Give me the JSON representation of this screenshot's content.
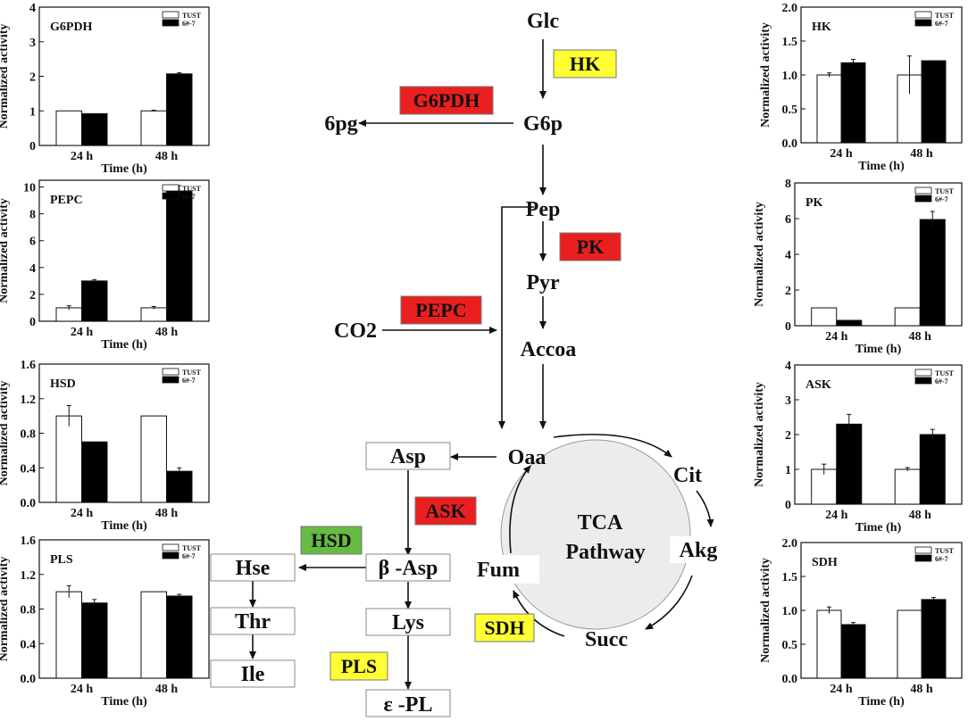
{
  "colors": {
    "red": "#ea1f1f",
    "yellow": "#ffff33",
    "green": "#66bb44",
    "circle_fill": "#ececec",
    "bar_tust": "#ffffff",
    "bar_mut": "#000000"
  },
  "pathway": {
    "nodes": {
      "glc": "Glc",
      "g6p": "G6p",
      "pg6": "6pg",
      "pep": "Pep",
      "pyr": "Pyr",
      "co2": "CO2",
      "accoa": "Accoa",
      "oaa": "Oaa",
      "cit": "Cit",
      "akg": "Akg",
      "fum": "Fum",
      "succ": "Succ",
      "tca1": "TCA",
      "tca2": "Pathway",
      "asp": "Asp",
      "basp": "β -Asp",
      "hse": "Hse",
      "thr": "Thr",
      "ile": "Ile",
      "lys": "Lys",
      "epl": "ε -PL"
    },
    "enzymes": {
      "hk": "HK",
      "g6pdh": "G6PDH",
      "pk": "PK",
      "pepc": "PEPC",
      "ask": "ASK",
      "hsd": "HSD",
      "sdh": "SDH",
      "pls": "PLS"
    }
  },
  "chart_data": [
    {
      "type": "bar",
      "title": "G6PDH",
      "categories": [
        "24 h",
        "48 h"
      ],
      "xlabel": "Time (h)",
      "ylabel": "Normalized activity",
      "ylim": [
        0,
        4
      ],
      "yticks": [
        "0",
        "1",
        "2",
        "3",
        "4"
      ],
      "series": [
        {
          "name": "TUST",
          "values": [
            1.0,
            1.0
          ],
          "errors": [
            0,
            0.02
          ]
        },
        {
          "name": "6#-7",
          "values": [
            0.92,
            2.07
          ],
          "errors": [
            0,
            0.03
          ]
        }
      ]
    },
    {
      "type": "bar",
      "title": "PEPC",
      "categories": [
        "24 h",
        "48 h"
      ],
      "xlabel": "Time (h)",
      "ylabel": "Normalized activity",
      "ylim": [
        0,
        10.5
      ],
      "yticks": [
        "0",
        "2",
        "4",
        "6",
        "8",
        "10"
      ],
      "series": [
        {
          "name": "TUST",
          "values": [
            1.0,
            1.0
          ],
          "errors": [
            0.15,
            0.1
          ]
        },
        {
          "name": "6#-7",
          "values": [
            3.0,
            9.7
          ],
          "errors": [
            0.1,
            0.4
          ]
        }
      ]
    },
    {
      "type": "bar",
      "title": "HSD",
      "categories": [
        "24 h",
        "48 h"
      ],
      "xlabel": "Time (h)",
      "ylabel": "Normalized activity",
      "ylim": [
        0,
        1.6
      ],
      "yticks": [
        "0.0",
        "0.4",
        "0.8",
        "1.2",
        "1.6"
      ],
      "series": [
        {
          "name": "TUST",
          "values": [
            1.0,
            1.0
          ],
          "errors": [
            0.12,
            0
          ]
        },
        {
          "name": "6#-7",
          "values": [
            0.7,
            0.36
          ],
          "errors": [
            0,
            0.04
          ]
        }
      ]
    },
    {
      "type": "bar",
      "title": "PLS",
      "categories": [
        "24 h",
        "48 h"
      ],
      "xlabel": "Time (h)",
      "ylabel": "Normalized activity",
      "ylim": [
        0,
        1.6
      ],
      "yticks": [
        "0.0",
        "0.4",
        "0.8",
        "1.2",
        "1.6"
      ],
      "series": [
        {
          "name": "TUST",
          "values": [
            1.0,
            1.0
          ],
          "errors": [
            0.07,
            0
          ]
        },
        {
          "name": "6#-7",
          "values": [
            0.87,
            0.95
          ],
          "errors": [
            0.04,
            0.02
          ]
        }
      ]
    },
    {
      "type": "bar",
      "title": "HK",
      "categories": [
        "24 h",
        "48 h"
      ],
      "xlabel": "Time (h)",
      "ylabel": "Normalized activity",
      "ylim": [
        0,
        2.0
      ],
      "yticks": [
        "0.0",
        "0.5",
        "1.0",
        "1.5",
        "2.0"
      ],
      "series": [
        {
          "name": "TUST",
          "values": [
            1.0,
            1.0
          ],
          "errors": [
            0.03,
            0.28
          ]
        },
        {
          "name": "6#-7",
          "values": [
            1.18,
            1.21
          ],
          "errors": [
            0.05,
            0
          ]
        }
      ]
    },
    {
      "type": "bar",
      "title": "PK",
      "categories": [
        "24 h",
        "48 h"
      ],
      "xlabel": "Time (h)",
      "ylabel": "Normalized activity",
      "ylim": [
        0,
        8
      ],
      "yticks": [
        "0",
        "2",
        "4",
        "6",
        "8"
      ],
      "series": [
        {
          "name": "TUST",
          "values": [
            1.0,
            1.0
          ],
          "errors": [
            0,
            0
          ]
        },
        {
          "name": "6#-7",
          "values": [
            0.3,
            5.95
          ],
          "errors": [
            0,
            0.45
          ]
        }
      ]
    },
    {
      "type": "bar",
      "title": "ASK",
      "categories": [
        "24 h",
        "48 h"
      ],
      "xlabel": "Time (h)",
      "ylabel": "Normalized activity",
      "ylim": [
        0,
        4
      ],
      "yticks": [
        "0",
        "1",
        "2",
        "3",
        "4"
      ],
      "series": [
        {
          "name": "TUST",
          "values": [
            1.0,
            1.0
          ],
          "errors": [
            0.15,
            0.05
          ]
        },
        {
          "name": "6#-7",
          "values": [
            2.3,
            2.0
          ],
          "errors": [
            0.28,
            0.15
          ]
        }
      ]
    },
    {
      "type": "bar",
      "title": "SDH",
      "categories": [
        "24 h",
        "48 h"
      ],
      "xlabel": "Time (h)",
      "ylabel": "Normalized activity",
      "ylim": [
        0,
        2.0
      ],
      "yticks": [
        "0.0",
        "0.5",
        "1.0",
        "1.5",
        "2.0"
      ],
      "series": [
        {
          "name": "TUST",
          "values": [
            1.0,
            1.0
          ],
          "errors": [
            0.05,
            0
          ]
        },
        {
          "name": "6#-7",
          "values": [
            0.79,
            1.16
          ],
          "errors": [
            0.03,
            0.03
          ]
        }
      ]
    }
  ]
}
